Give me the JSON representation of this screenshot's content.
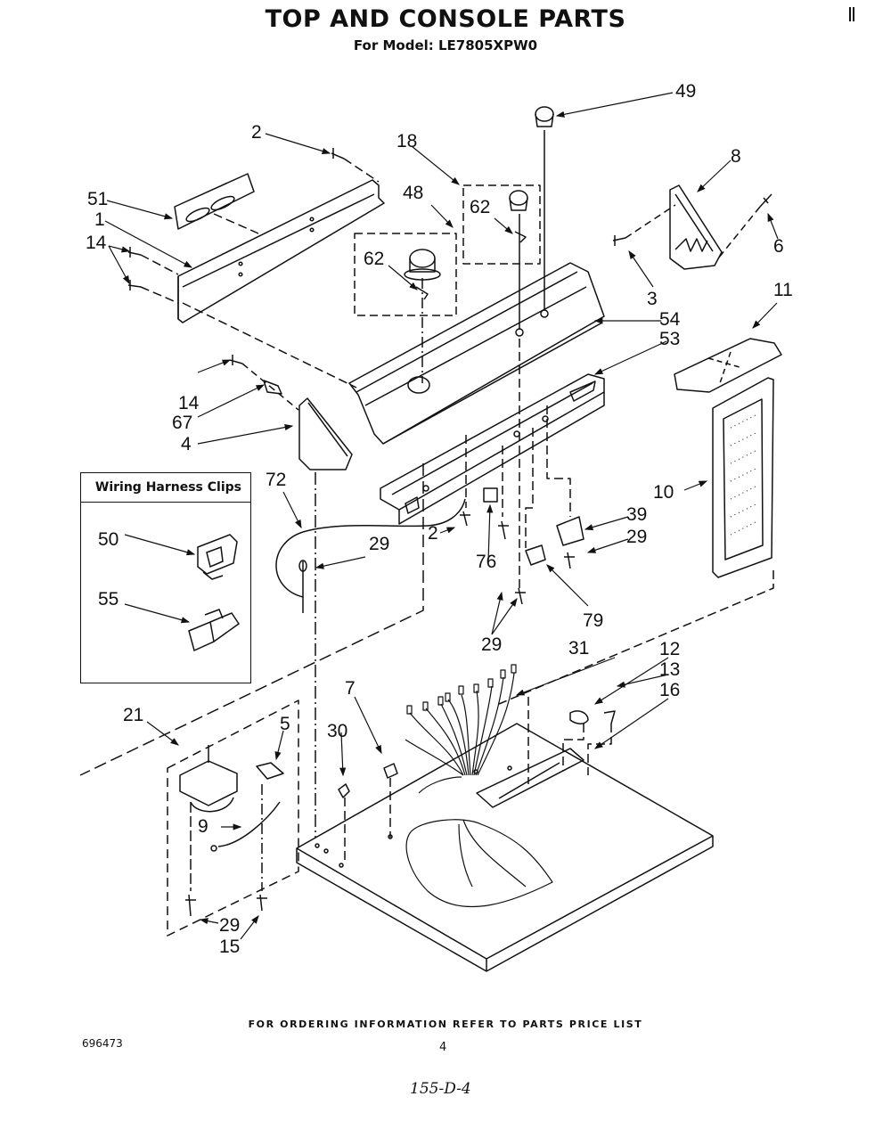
{
  "header": {
    "title": "TOP AND CONSOLE PARTS",
    "subtitle": "For Model: LE7805XPW0"
  },
  "inset": {
    "title": "Wiring Harness Clips",
    "callouts": [
      "50",
      "55"
    ]
  },
  "callouts": {
    "c2a": "2",
    "c18": "18",
    "c49": "49",
    "c8": "8",
    "c51": "51",
    "c1": "1",
    "c48": "48",
    "c62a": "62",
    "c62b": "62",
    "c14a": "14",
    "c6": "6",
    "c3": "3",
    "c11": "11",
    "c54": "54",
    "c53": "53",
    "c14b": "14",
    "c67": "67",
    "c4": "4",
    "c72": "72",
    "c10": "10",
    "c39": "39",
    "c29a": "29",
    "c2b": "2",
    "c29b": "29",
    "c76": "76",
    "c79": "79",
    "c29c": "29",
    "c31": "31",
    "c12": "12",
    "c13": "13",
    "c16": "16",
    "c21": "21",
    "c5": "5",
    "c7": "7",
    "c30": "30",
    "c9": "9",
    "c29d": "29",
    "c15": "15"
  },
  "footer": {
    "note": "FOR ORDERING INFORMATION REFER TO PARTS PRICE LIST",
    "doc_number": "696473",
    "page_number": "4",
    "handwritten_code": "155-D-4"
  }
}
